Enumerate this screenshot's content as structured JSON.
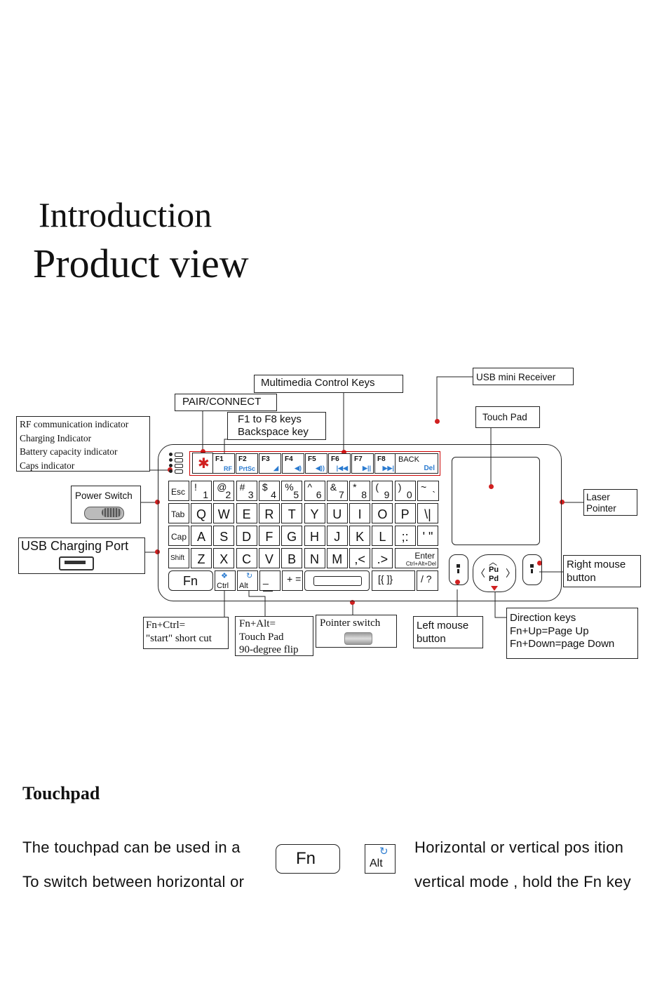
{
  "titles": {
    "introduction": "Introduction",
    "product_view": "Product view"
  },
  "callouts": {
    "multimedia": "Multimedia Control Keys",
    "usb_receiver": "USB mini Receiver",
    "pair": "PAIR/CONNECT",
    "fkeys_1": "F1 to F8 keys",
    "fkeys_2": "Backspace key",
    "touch_pad": "Touch Pad",
    "indicators": [
      "RF communication indicator",
      "Charging Indicator",
      "Battery capacity indicator",
      "Caps indicator"
    ],
    "power_switch": "Power Switch",
    "usb_charging": "USB Charging Port",
    "laser_1": "Laser",
    "laser_2": "Pointer",
    "right_mouse_1": "Right mouse",
    "right_mouse_2": "button",
    "fn_ctrl_1": "Fn+Ctrl=",
    "fn_ctrl_2": "\"start\" short cut",
    "fn_alt_1": "Fn+Alt=",
    "fn_alt_2": "Touch Pad",
    "fn_alt_3": "90-degree flip",
    "pointer_switch": "Pointer switch",
    "left_mouse_1": "Left mouse",
    "left_mouse_2": "button",
    "direction_1": "Direction keys",
    "direction_2": "Fn+Up=Page Up",
    "direction_3": "Fn+Down=page Down"
  },
  "fkeys": [
    {
      "name": "F1",
      "sub": "RF"
    },
    {
      "name": "F2",
      "sub": "PrtSc"
    },
    {
      "name": "F3",
      "sub": "◢"
    },
    {
      "name": "F4",
      "sub": "◀)"
    },
    {
      "name": "F5",
      "sub": "◀))"
    },
    {
      "name": "F6",
      "sub": "|◀◀"
    },
    {
      "name": "F7",
      "sub": "▶||"
    },
    {
      "name": "F8",
      "sub": "▶▶|"
    }
  ],
  "back_key": {
    "label": "BACK",
    "sub": "Del"
  },
  "num_row": [
    {
      "up": "!",
      "dn": "1"
    },
    {
      "up": "@",
      "dn": "2"
    },
    {
      "up": "#",
      "dn": "3"
    },
    {
      "up": "$",
      "dn": "4"
    },
    {
      "up": "%",
      "dn": "5"
    },
    {
      "up": "^",
      "dn": "6"
    },
    {
      "up": "&",
      "dn": "7"
    },
    {
      "up": "*",
      "dn": "8"
    },
    {
      "up": "(",
      "dn": "9"
    },
    {
      "up": ")",
      "dn": "0"
    },
    {
      "up": "~",
      "dn": "`"
    }
  ],
  "row_q": [
    "Q",
    "W",
    "E",
    "R",
    "T",
    "Y",
    "U",
    "I",
    "O",
    "P",
    "\\|"
  ],
  "row_a": [
    "A",
    "S",
    "D",
    "F",
    "G",
    "H",
    "J",
    "K",
    "L",
    ";:",
    "' \""
  ],
  "row_z": [
    "Z",
    "X",
    "C",
    "V",
    "B",
    "N",
    "M",
    ",<",
    ".>"
  ],
  "side_keys": {
    "esc": "Esc",
    "tab": "Tab",
    "cap": "Cap",
    "shift": "Shift",
    "fn": "Fn",
    "ctrl": "Ctrl",
    "alt": "Alt",
    "enter": "Enter",
    "enter_sub": "Ctrl+Alt+Del"
  },
  "bottom_keys": {
    "minus": "_ —",
    "plus": "+ =",
    "brackets": "[{ ]}",
    "question": "/ ?"
  },
  "dpad": {
    "pu": "Pu",
    "pd": "Pd"
  },
  "touchpad_section": {
    "title": "Touchpad",
    "line1": "The touchpad can be used in a",
    "line2": "To switch between horizontal or",
    "fn": "Fn",
    "alt": "Alt",
    "line3": "Horizontal or vertical pos ition",
    "line4": "vertical mode , hold the Fn key"
  },
  "colors": {
    "accent_red": "#d02020",
    "icon_blue": "#2b7bd0"
  }
}
